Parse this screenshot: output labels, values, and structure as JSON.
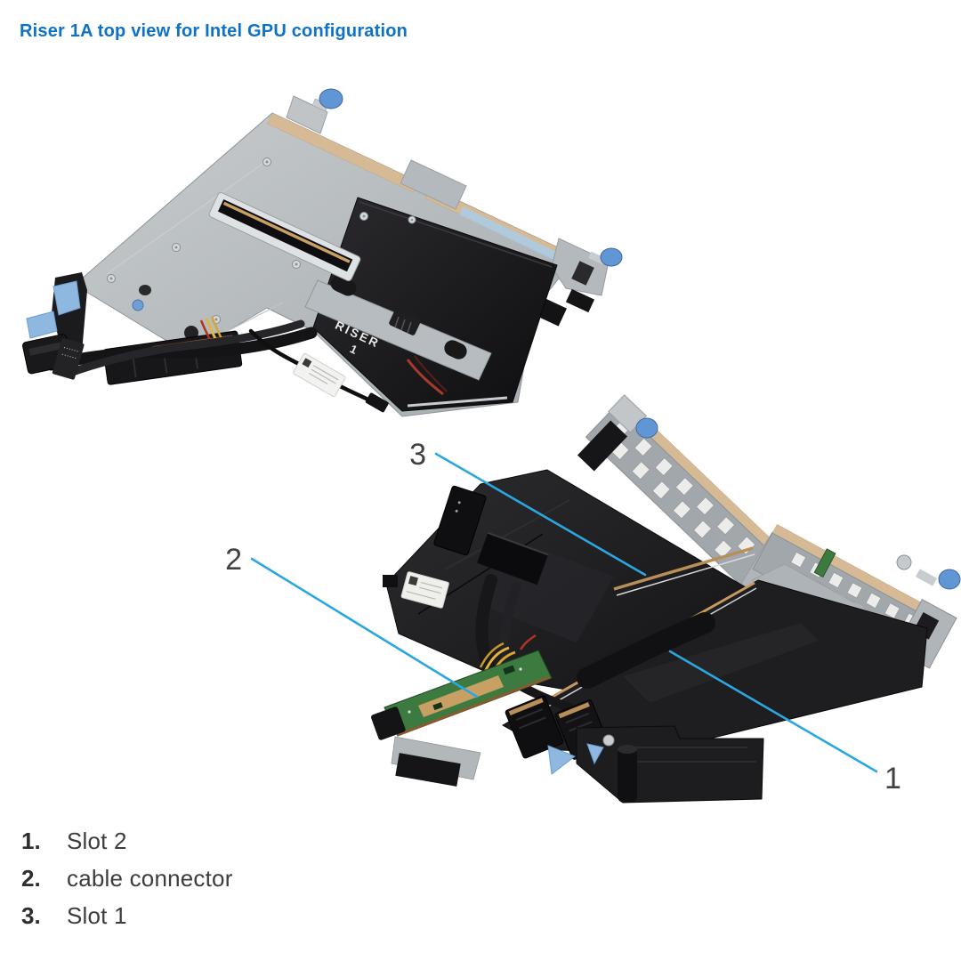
{
  "title": "Riser 1A top view for Intel GPU configuration",
  "figure": {
    "top_photo": {
      "riser_label_line1": "RISER",
      "riser_label_line2": "1"
    },
    "callouts": [
      {
        "number": "3"
      },
      {
        "number": "2"
      },
      {
        "number": "1"
      }
    ]
  },
  "legend": {
    "items": [
      {
        "number": "1.",
        "label": "Slot 2"
      },
      {
        "number": "2.",
        "label": "cable connector"
      },
      {
        "number": "3.",
        "label": "Slot 1"
      }
    ]
  },
  "colors": {
    "title_blue": "#0e72c6",
    "callout_line": "#2aa7df",
    "thumbscrew_blue": "#6196d4",
    "tape_blue": "#8fb8e0"
  }
}
